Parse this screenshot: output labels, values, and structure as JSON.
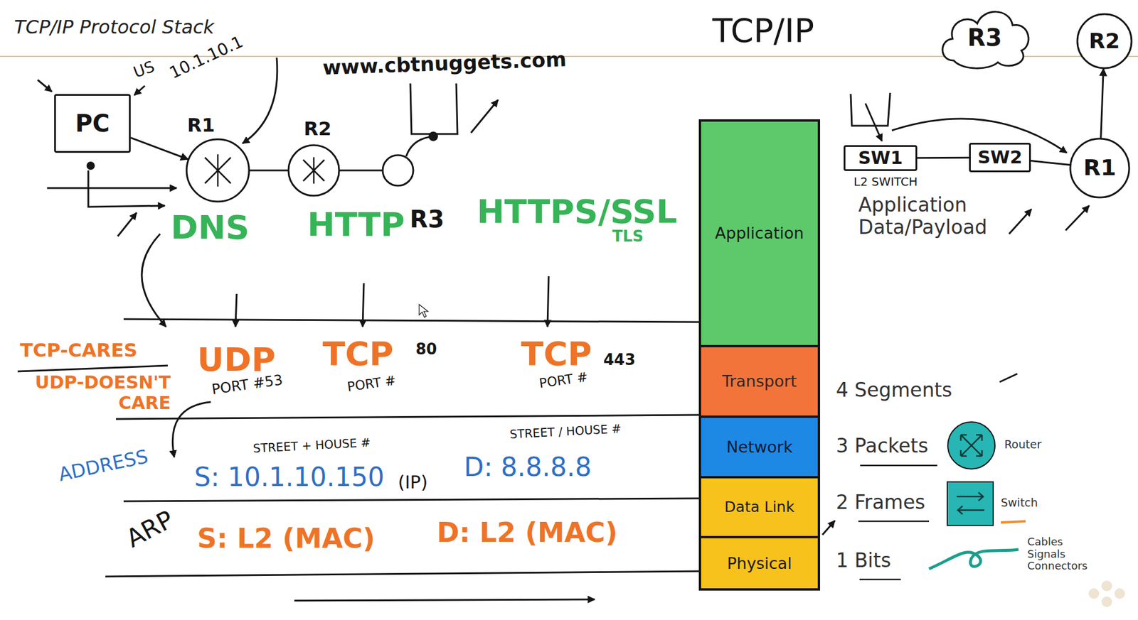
{
  "diagram": {
    "title": "TCP/IP Protocol Stack",
    "nodes": [
      {
        "text": [
          "PC"
        ]
      },
      {
        "text": [
          "R1"
        ]
      },
      {
        "text": [
          "R2"
        ]
      },
      {
        "text": [
          "R3"
        ]
      },
      {
        "text": [
          "R3"
        ]
      },
      {
        "text": [
          "R2"
        ]
      },
      {
        "text": [
          "SW1"
        ]
      },
      {
        "text": [
          "SW2"
        ]
      },
      {
        "text": [
          "R1"
        ]
      },
      {
        "text": [
          "Application"
        ]
      },
      {
        "text": [
          "Transport"
        ]
      },
      {
        "text": [
          "Network"
        ]
      },
      {
        "text": [
          "Data Link"
        ]
      },
      {
        "text": [
          "Physical"
        ]
      }
    ],
    "edges": [
      {
        "from": 0,
        "to": 1,
        "arrow": "to"
      },
      {
        "from": 1,
        "to": 2,
        "arrow": "none"
      },
      {
        "from": 2,
        "to": 3,
        "arrow": "none"
      },
      {
        "from": 6,
        "to": 7,
        "arrow": "none"
      },
      {
        "from": 7,
        "to": 8,
        "arrow": "none"
      },
      {
        "from": 8,
        "to": 5,
        "arrow": "to"
      }
    ],
    "labels": [
      "TCP/IP",
      "US",
      "10.1.10.1",
      "www.cbtnuggets.com",
      "DNS",
      "HTTP",
      "HTTPS/SSL",
      "TLS",
      "L2 SWITCH",
      "Application Data/Payload",
      "TCP-CARES",
      "UDP-DOESN'T CARE",
      "UDP",
      "PORT #53",
      "TCP",
      "80",
      "PORT #",
      "TCP",
      "443",
      "PORT #",
      "ADDRESS",
      "STREET + HOUSE #",
      "S: 10.1.10.150",
      "STREET / HOUSE #",
      "D: 8.8.8.8",
      "(IP)",
      "ARP",
      "S: L2 (MAC)",
      "D: L2 (MAC)",
      "4 Segments",
      "3 Packets",
      "Router",
      "2 Frames",
      "Switch",
      "1 Bits",
      "Cables Signals Connectors"
    ]
  }
}
